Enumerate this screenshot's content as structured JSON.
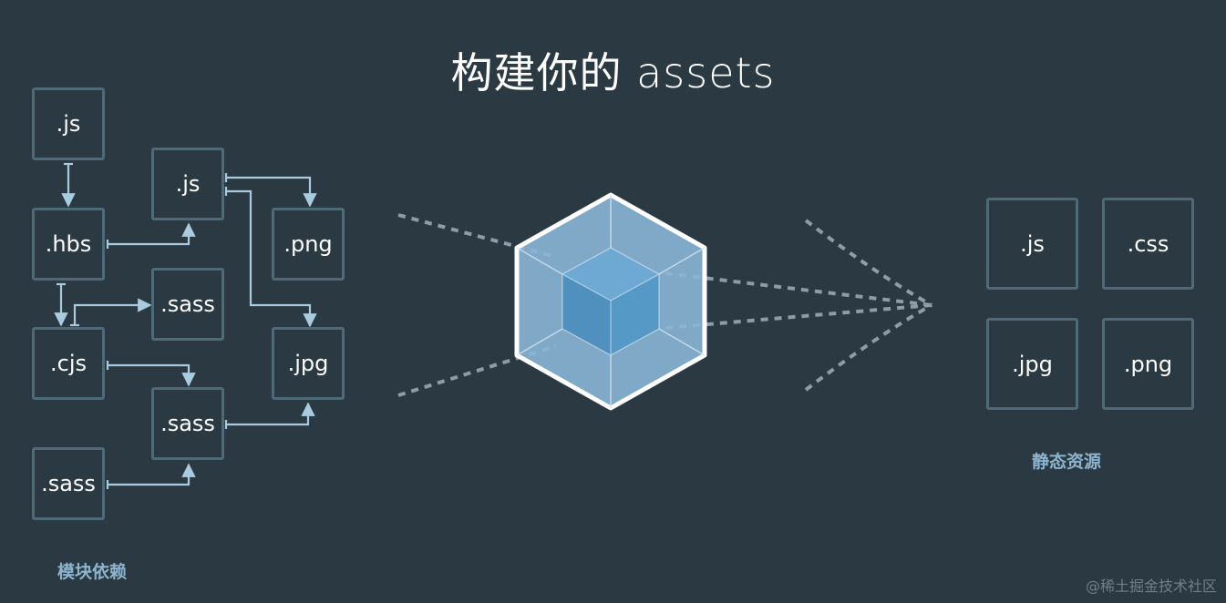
{
  "title": "构建你的 assets",
  "left_modules": [
    {
      "id": "js1",
      "label": ".js"
    },
    {
      "id": "hbs",
      "label": ".hbs"
    },
    {
      "id": "cjs",
      "label": ".cjs"
    },
    {
      "id": "sass_bl",
      "label": ".sass"
    },
    {
      "id": "js2",
      "label": ".js"
    },
    {
      "id": "sass_m1",
      "label": ".sass"
    },
    {
      "id": "sass_m2",
      "label": ".sass"
    },
    {
      "id": "png",
      "label": ".png"
    },
    {
      "id": "jpg",
      "label": ".jpg"
    }
  ],
  "left_caption": "模块依赖",
  "outputs": [
    {
      "id": "out_js",
      "label": ".js"
    },
    {
      "id": "out_css",
      "label": ".css"
    },
    {
      "id": "out_jpg",
      "label": ".jpg"
    },
    {
      "id": "out_png",
      "label": ".png"
    }
  ],
  "right_caption": "静态资源",
  "watermark": "@稀土掘金技术社区",
  "colors": {
    "background": "#2b3a42",
    "box_border": "#4f6a77",
    "arrow": "#a9cbe0",
    "dashes": "#8e9ca3",
    "cube_outer": "#8ab6d6",
    "cube_inner": "#5599c7",
    "caption": "#8db4cf"
  },
  "icons": {
    "center": "webpack-cube-icon"
  }
}
